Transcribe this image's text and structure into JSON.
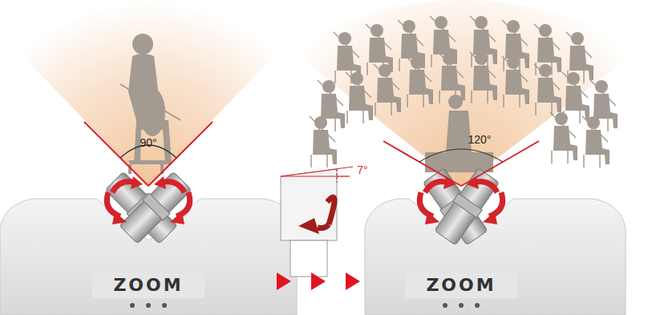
{
  "diagram": {
    "labels": [
      "90°",
      "7°",
      "120°",
      "ZOOM",
      "ZOOM"
    ]
  }
}
